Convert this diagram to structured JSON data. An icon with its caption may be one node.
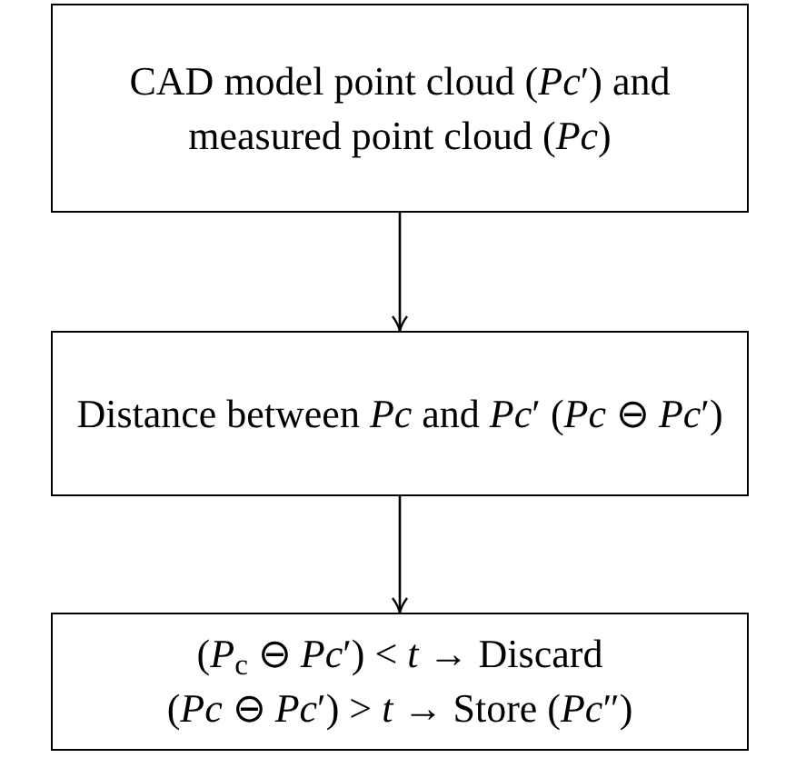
{
  "diagram": {
    "nodes": [
      {
        "text": [
          "CAD model point cloud (*Pc*′) and measured point cloud (*Pc*)"
        ]
      },
      {
        "text": [
          "Distance between *Pc* and *Pc*′ (*Pc* ⊖ *Pc*′)"
        ]
      },
      {
        "text": [
          "(*P*$_{c}$ ⊖ *Pc*′) < *t* → Discard",
          "(*Pc* ⊖ *Pc*′) > *t* → Store (*Pc*″)"
        ]
      }
    ],
    "edges": [
      {
        "from": 0,
        "to": 1,
        "arrow": "to"
      },
      {
        "from": 1,
        "to": 2,
        "arrow": "to"
      }
    ]
  }
}
